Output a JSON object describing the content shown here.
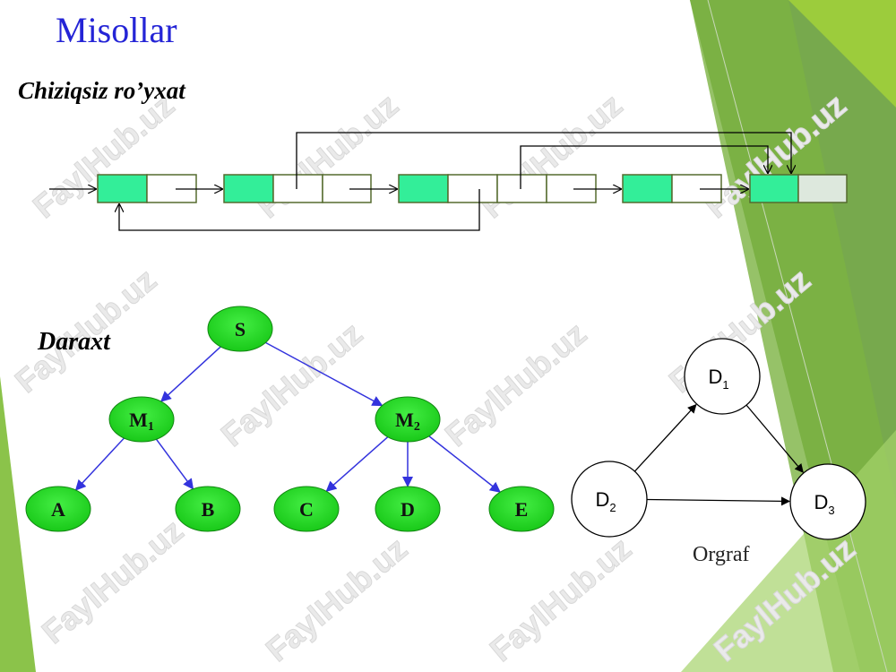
{
  "slide": {
    "title": "Misollar",
    "linked_list_label": "Chiziqsiz ro’yxat",
    "tree_label": "Daraxt",
    "graph_label": "Orgraf",
    "watermark": "FaylHub.uz"
  },
  "tree": {
    "nodes": [
      {
        "id": "S",
        "label": "S",
        "sub": ""
      },
      {
        "id": "M1",
        "label": "M",
        "sub": "1"
      },
      {
        "id": "M2",
        "label": "M",
        "sub": "2"
      },
      {
        "id": "A",
        "label": "A",
        "sub": ""
      },
      {
        "id": "B",
        "label": "B",
        "sub": ""
      },
      {
        "id": "C",
        "label": "C",
        "sub": ""
      },
      {
        "id": "D",
        "label": "D",
        "sub": ""
      },
      {
        "id": "E",
        "label": "E",
        "sub": ""
      }
    ],
    "edges": [
      [
        "S",
        "M1"
      ],
      [
        "S",
        "M2"
      ],
      [
        "M1",
        "A"
      ],
      [
        "M1",
        "B"
      ],
      [
        "M2",
        "C"
      ],
      [
        "M2",
        "D"
      ],
      [
        "M2",
        "E"
      ]
    ]
  },
  "graph": {
    "nodes": [
      {
        "id": "D1",
        "label": "D",
        "sub": "1"
      },
      {
        "id": "D2",
        "label": "D",
        "sub": "2"
      },
      {
        "id": "D3",
        "label": "D",
        "sub": "3"
      }
    ],
    "edges": [
      [
        "D2",
        "D1"
      ],
      [
        "D1",
        "D3"
      ],
      [
        "D2",
        "D3"
      ]
    ]
  },
  "colors": {
    "title": "#2424d6",
    "node_fill": "#22dd22",
    "tree_edge": "#3333dd",
    "cell_fill": "#33ee99",
    "cell_border": "#556b2f"
  }
}
